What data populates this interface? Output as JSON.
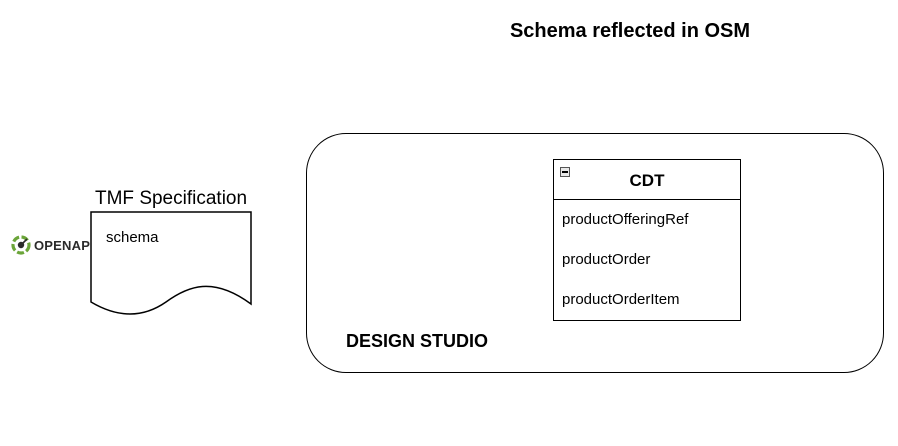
{
  "title": "Schema reflected in OSM",
  "tmf": {
    "title": "TMF Specification",
    "content": "schema"
  },
  "openapi_logo": {
    "icon": "openapi-logo-icon",
    "text": "OPENAPI",
    "color": "#6ba539"
  },
  "design_studio": {
    "label": "DESIGN STUDIO",
    "cdt": {
      "title": "CDT",
      "fields": [
        "productOfferingRef",
        "productOrder",
        "productOrderItem"
      ]
    }
  }
}
